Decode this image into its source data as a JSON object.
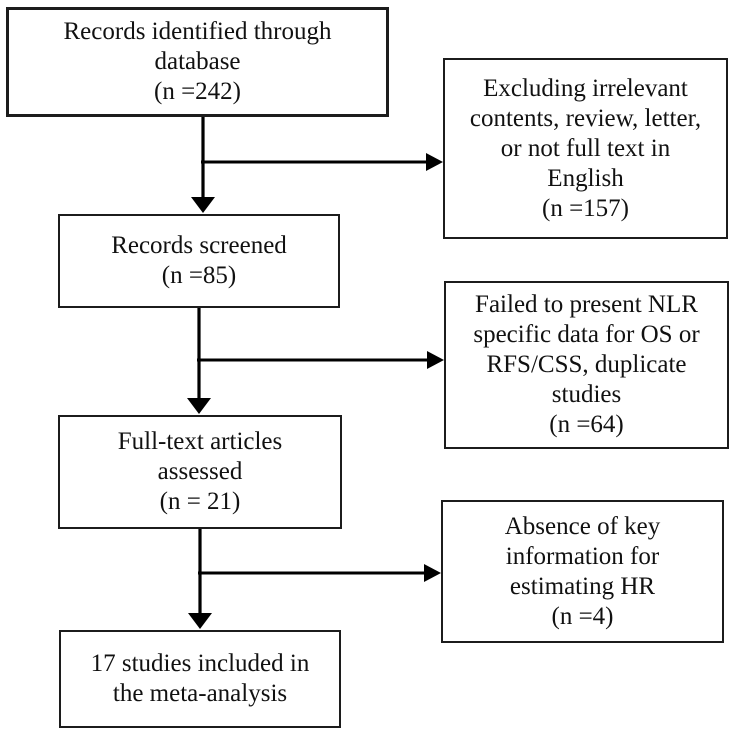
{
  "diagram": {
    "type": "flowchart",
    "description": "Study selection flow diagram",
    "colors": {
      "background": "#ffffff",
      "box_border": "#1c1c1c",
      "text": "#111111",
      "arrow": "#000000"
    },
    "boxes": {
      "identified": {
        "lines": [
          "Records identified through",
          "database",
          "(n =242)"
        ],
        "n": 242
      },
      "excluded_screening": {
        "lines": [
          "Excluding irrelevant",
          "contents, review, letter,",
          "or not full text in",
          "English",
          "(n =157)"
        ],
        "n": 157
      },
      "screened": {
        "lines": [
          "Records screened",
          "(n =85)"
        ],
        "n": 85
      },
      "excluded_eligibility": {
        "lines": [
          "Failed to present NLR",
          "specific data for OS or",
          "RFS/CSS, duplicate",
          "studies",
          "(n =64)"
        ],
        "n": 64
      },
      "fulltext": {
        "lines": [
          "Full-text articles",
          "assessed",
          "(n = 21)"
        ],
        "n": 21
      },
      "excluded_hr": {
        "lines": [
          "Absence of key",
          "information for",
          "estimating HR",
          "(n =4)"
        ],
        "n": 4
      },
      "included": {
        "lines": [
          "17 studies included in",
          "the meta-analysis"
        ],
        "n": 17
      }
    }
  }
}
